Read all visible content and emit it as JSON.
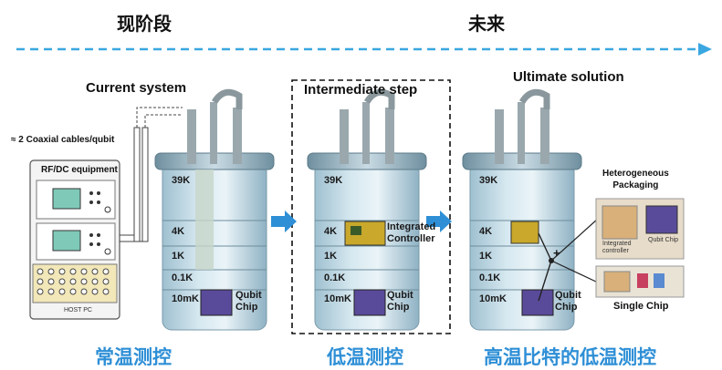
{
  "header": {
    "stage_current": "现阶段",
    "stage_future": "未来"
  },
  "panels": {
    "current": {
      "title": "Current system",
      "caption": "常温测控"
    },
    "intermediate": {
      "title": "Intermediate step",
      "caption": "低温测控"
    },
    "ultimate": {
      "title": "Ultimate solution",
      "caption": "高温比特的低温测控"
    }
  },
  "left": {
    "cables_label": "≈ 2 Coaxial cables/qubit",
    "equipment_label": "RF/DC equipment",
    "host_label": "HOST PC"
  },
  "temps": [
    "39K",
    "4K",
    "1K",
    "0.1K",
    "10mK"
  ],
  "labels": {
    "qubit_chip": "Qubit\nChip",
    "integrated_controller": "Integrated\nController",
    "heterogeneous": "Heterogeneous\nPackaging",
    "integrated_controller_small": "Integrated\ncontroller",
    "qubit_chip_small": "Qubit Chip",
    "single_chip": "Single Chip",
    "plus": "+"
  },
  "colors": {
    "arrow": "#2e8fd6",
    "caption": "#2e8fd6",
    "dashline": "#3aa7e0"
  }
}
